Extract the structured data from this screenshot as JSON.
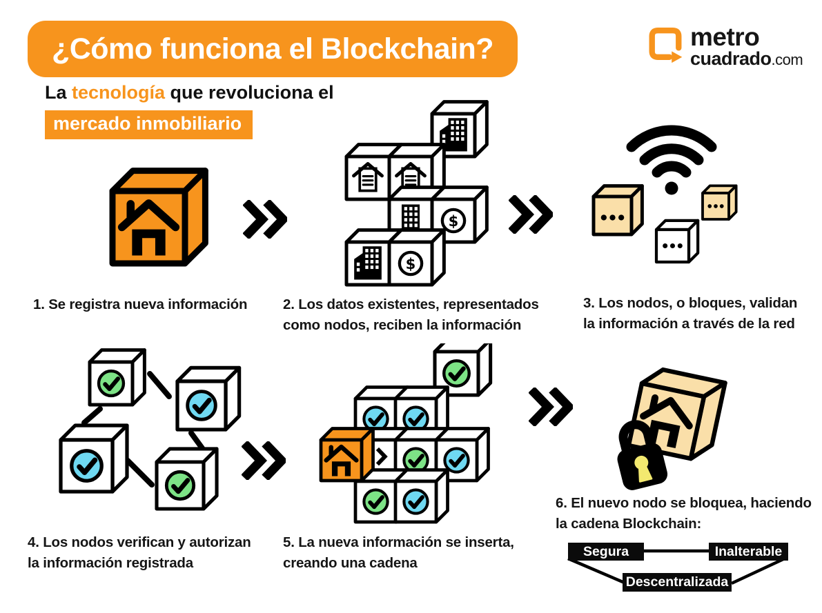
{
  "header": {
    "title": "¿Cómo funciona el Blockchain?",
    "subtitle": {
      "prefix": "La ",
      "highlight": "tecnología",
      "suffix": " que revoluciona el"
    },
    "subtitle_chip": "mercado inmobiliario"
  },
  "logo": {
    "icon": "metrocuadrado-square-arrow-icon",
    "line1": "metro",
    "line2": "cuadrado",
    "line2_suffix": ".com"
  },
  "steps": [
    {
      "id": 1,
      "icon": "new-info-house-cube-icon",
      "caption": [
        "1. Se registra nueva información"
      ]
    },
    {
      "id": 2,
      "icon": "data-nodes-cubes-icon",
      "caption": [
        "2. Los datos existentes, representados",
        "como nodos, reciben la información"
      ]
    },
    {
      "id": 3,
      "icon": "network-wifi-nodes-icon",
      "caption": [
        "3. Los nodos, o bloques, validan",
        "la información a través de la red"
      ]
    },
    {
      "id": 4,
      "icon": "verified-nodes-network-icon",
      "caption": [
        "4. Los nodos verifican y autorizan",
        "la información registrada"
      ]
    },
    {
      "id": 5,
      "icon": "chain-insertion-cubes-icon",
      "caption": [
        "5. La nueva información se inserta,",
        "creando una cadena"
      ]
    },
    {
      "id": 6,
      "icon": "locked-node-padlock-icon",
      "caption": [
        "6. El nuevo nodo se bloquea, haciendo",
        "la cadena Blockchain:"
      ]
    }
  ],
  "blockchain_properties": {
    "secure": "Segura",
    "immutable": "Inalterable",
    "decentralized": "Descentralizada"
  },
  "symbols": {
    "dollar": "$"
  },
  "colors": {
    "orange": "#F7941D",
    "tan": "#FADFA9",
    "green": "#7DE386",
    "blue": "#6FD9F2",
    "black": "#0B0B0B",
    "keyhole_yellow": "#F3E96F"
  }
}
